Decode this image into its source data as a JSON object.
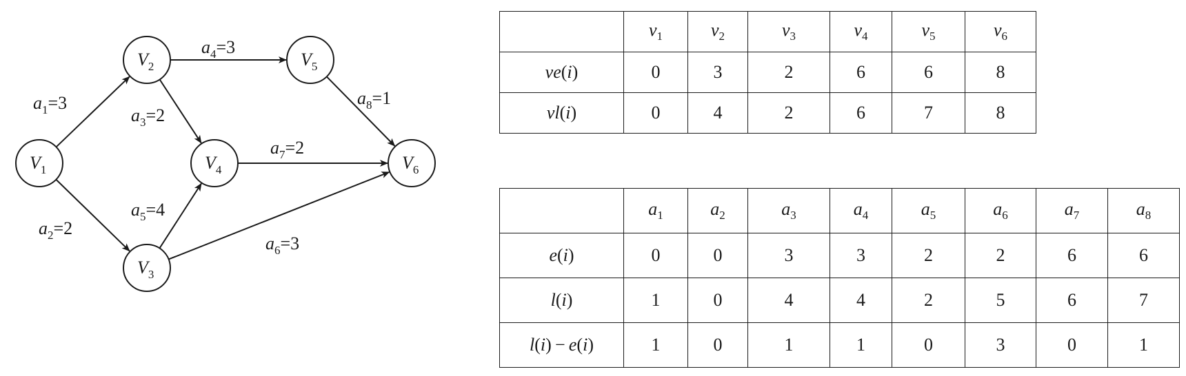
{
  "graph": {
    "nodes": [
      {
        "id": "V1",
        "letter": "V",
        "sub": "1"
      },
      {
        "id": "V2",
        "letter": "V",
        "sub": "2"
      },
      {
        "id": "V3",
        "letter": "V",
        "sub": "3"
      },
      {
        "id": "V4",
        "letter": "V",
        "sub": "4"
      },
      {
        "id": "V5",
        "letter": "V",
        "sub": "5"
      },
      {
        "id": "V6",
        "letter": "V",
        "sub": "6"
      }
    ],
    "edges": [
      {
        "from": "V1",
        "to": "V2",
        "name": "a",
        "sub": "1",
        "weight": "=3"
      },
      {
        "from": "V1",
        "to": "V3",
        "name": "a",
        "sub": "2",
        "weight": "=2"
      },
      {
        "from": "V2",
        "to": "V4",
        "name": "a",
        "sub": "3",
        "weight": "=2"
      },
      {
        "from": "V2",
        "to": "V5",
        "name": "a",
        "sub": "4",
        "weight": "=3"
      },
      {
        "from": "V3",
        "to": "V4",
        "name": "a",
        "sub": "5",
        "weight": "=4"
      },
      {
        "from": "V3",
        "to": "V6",
        "name": "a",
        "sub": "6",
        "weight": "=3"
      },
      {
        "from": "V4",
        "to": "V6",
        "name": "a",
        "sub": "7",
        "weight": "=2"
      },
      {
        "from": "V5",
        "to": "V6",
        "name": "a",
        "sub": "8",
        "weight": "=1"
      }
    ]
  },
  "vertex_table": {
    "headers": [
      {
        "letter": "v",
        "sub": "1"
      },
      {
        "letter": "v",
        "sub": "2"
      },
      {
        "letter": "v",
        "sub": "3"
      },
      {
        "letter": "v",
        "sub": "4"
      },
      {
        "letter": "v",
        "sub": "5"
      },
      {
        "letter": "v",
        "sub": "6"
      }
    ],
    "rows": [
      {
        "label": "ve(i)",
        "values": [
          "0",
          "3",
          "2",
          "6",
          "6",
          "8"
        ]
      },
      {
        "label": "vl(i)",
        "values": [
          "0",
          "4",
          "2",
          "6",
          "7",
          "8"
        ]
      }
    ]
  },
  "activity_table": {
    "headers": [
      {
        "letter": "a",
        "sub": "1"
      },
      {
        "letter": "a",
        "sub": "2"
      },
      {
        "letter": "a",
        "sub": "3"
      },
      {
        "letter": "a",
        "sub": "4"
      },
      {
        "letter": "a",
        "sub": "5"
      },
      {
        "letter": "a",
        "sub": "6"
      },
      {
        "letter": "a",
        "sub": "7"
      },
      {
        "letter": "a",
        "sub": "8"
      }
    ],
    "rows": [
      {
        "label": "e(i)",
        "values": [
          "0",
          "0",
          "3",
          "3",
          "2",
          "2",
          "6",
          "6"
        ]
      },
      {
        "label": "l(i)",
        "values": [
          "1",
          "0",
          "4",
          "4",
          "2",
          "5",
          "6",
          "7"
        ]
      },
      {
        "label": "l(i) − e(i)",
        "values": [
          "1",
          "0",
          "1",
          "1",
          "0",
          "3",
          "0",
          "1"
        ]
      }
    ]
  }
}
